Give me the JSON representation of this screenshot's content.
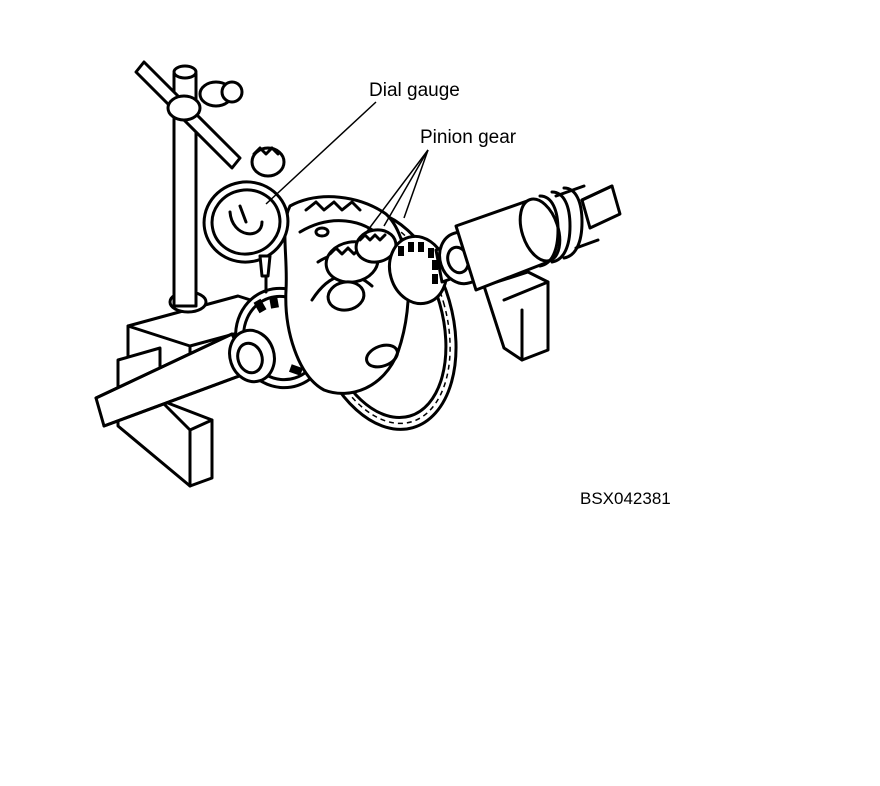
{
  "labels": {
    "dial_gauge": "Dial gauge",
    "pinion_gear": "Pinion gear",
    "figure_code": "BSX042381"
  },
  "colors": {
    "ink": "#000000",
    "paper": "#ffffff"
  }
}
